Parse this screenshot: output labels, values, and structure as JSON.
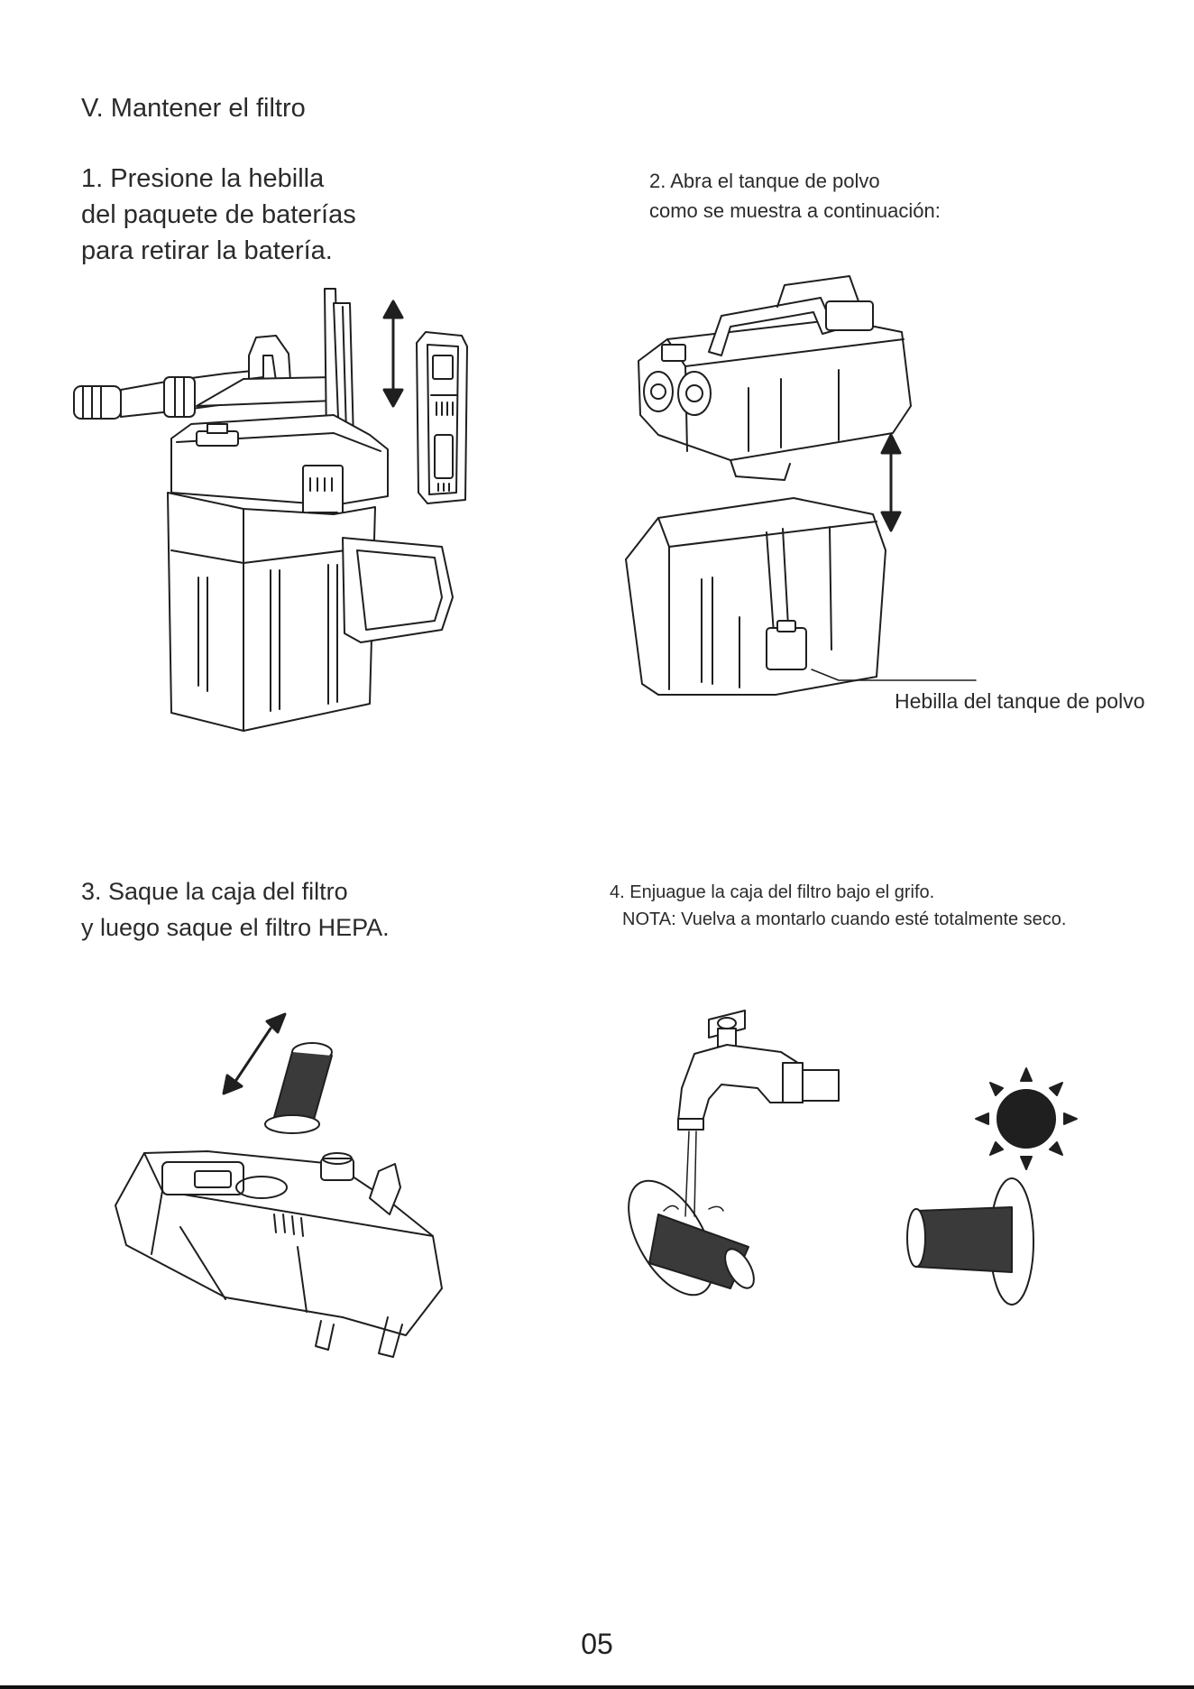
{
  "section": {
    "title": "V. Mantener el filtro"
  },
  "steps": [
    {
      "lines": [
        "1. Presione la hebilla",
        "del paquete de baterías",
        "para retirar la batería."
      ]
    },
    {
      "lines": [
        "2. Abra el tanque de polvo",
        "como se muestra a continuación:"
      ]
    },
    {
      "lines": [
        "3. Saque la caja del filtro",
        "y luego saque el filtro HEPA."
      ]
    },
    {
      "lines": [
        "4. Enjuague la caja del filtro bajo el grifo.",
        "NOTA: Vuelva a montarlo cuando esté totalmente seco."
      ]
    }
  ],
  "callouts": {
    "dust_tank_buckle": "Hebilla del tanque de polvo"
  },
  "icons": [
    "arrow-up-down-icon",
    "faucet-icon",
    "sun-icon",
    "hepa-filter-icon"
  ],
  "page_number": "05",
  "colors": {
    "ink": "#1f1f1f",
    "background": "#ffffff"
  }
}
